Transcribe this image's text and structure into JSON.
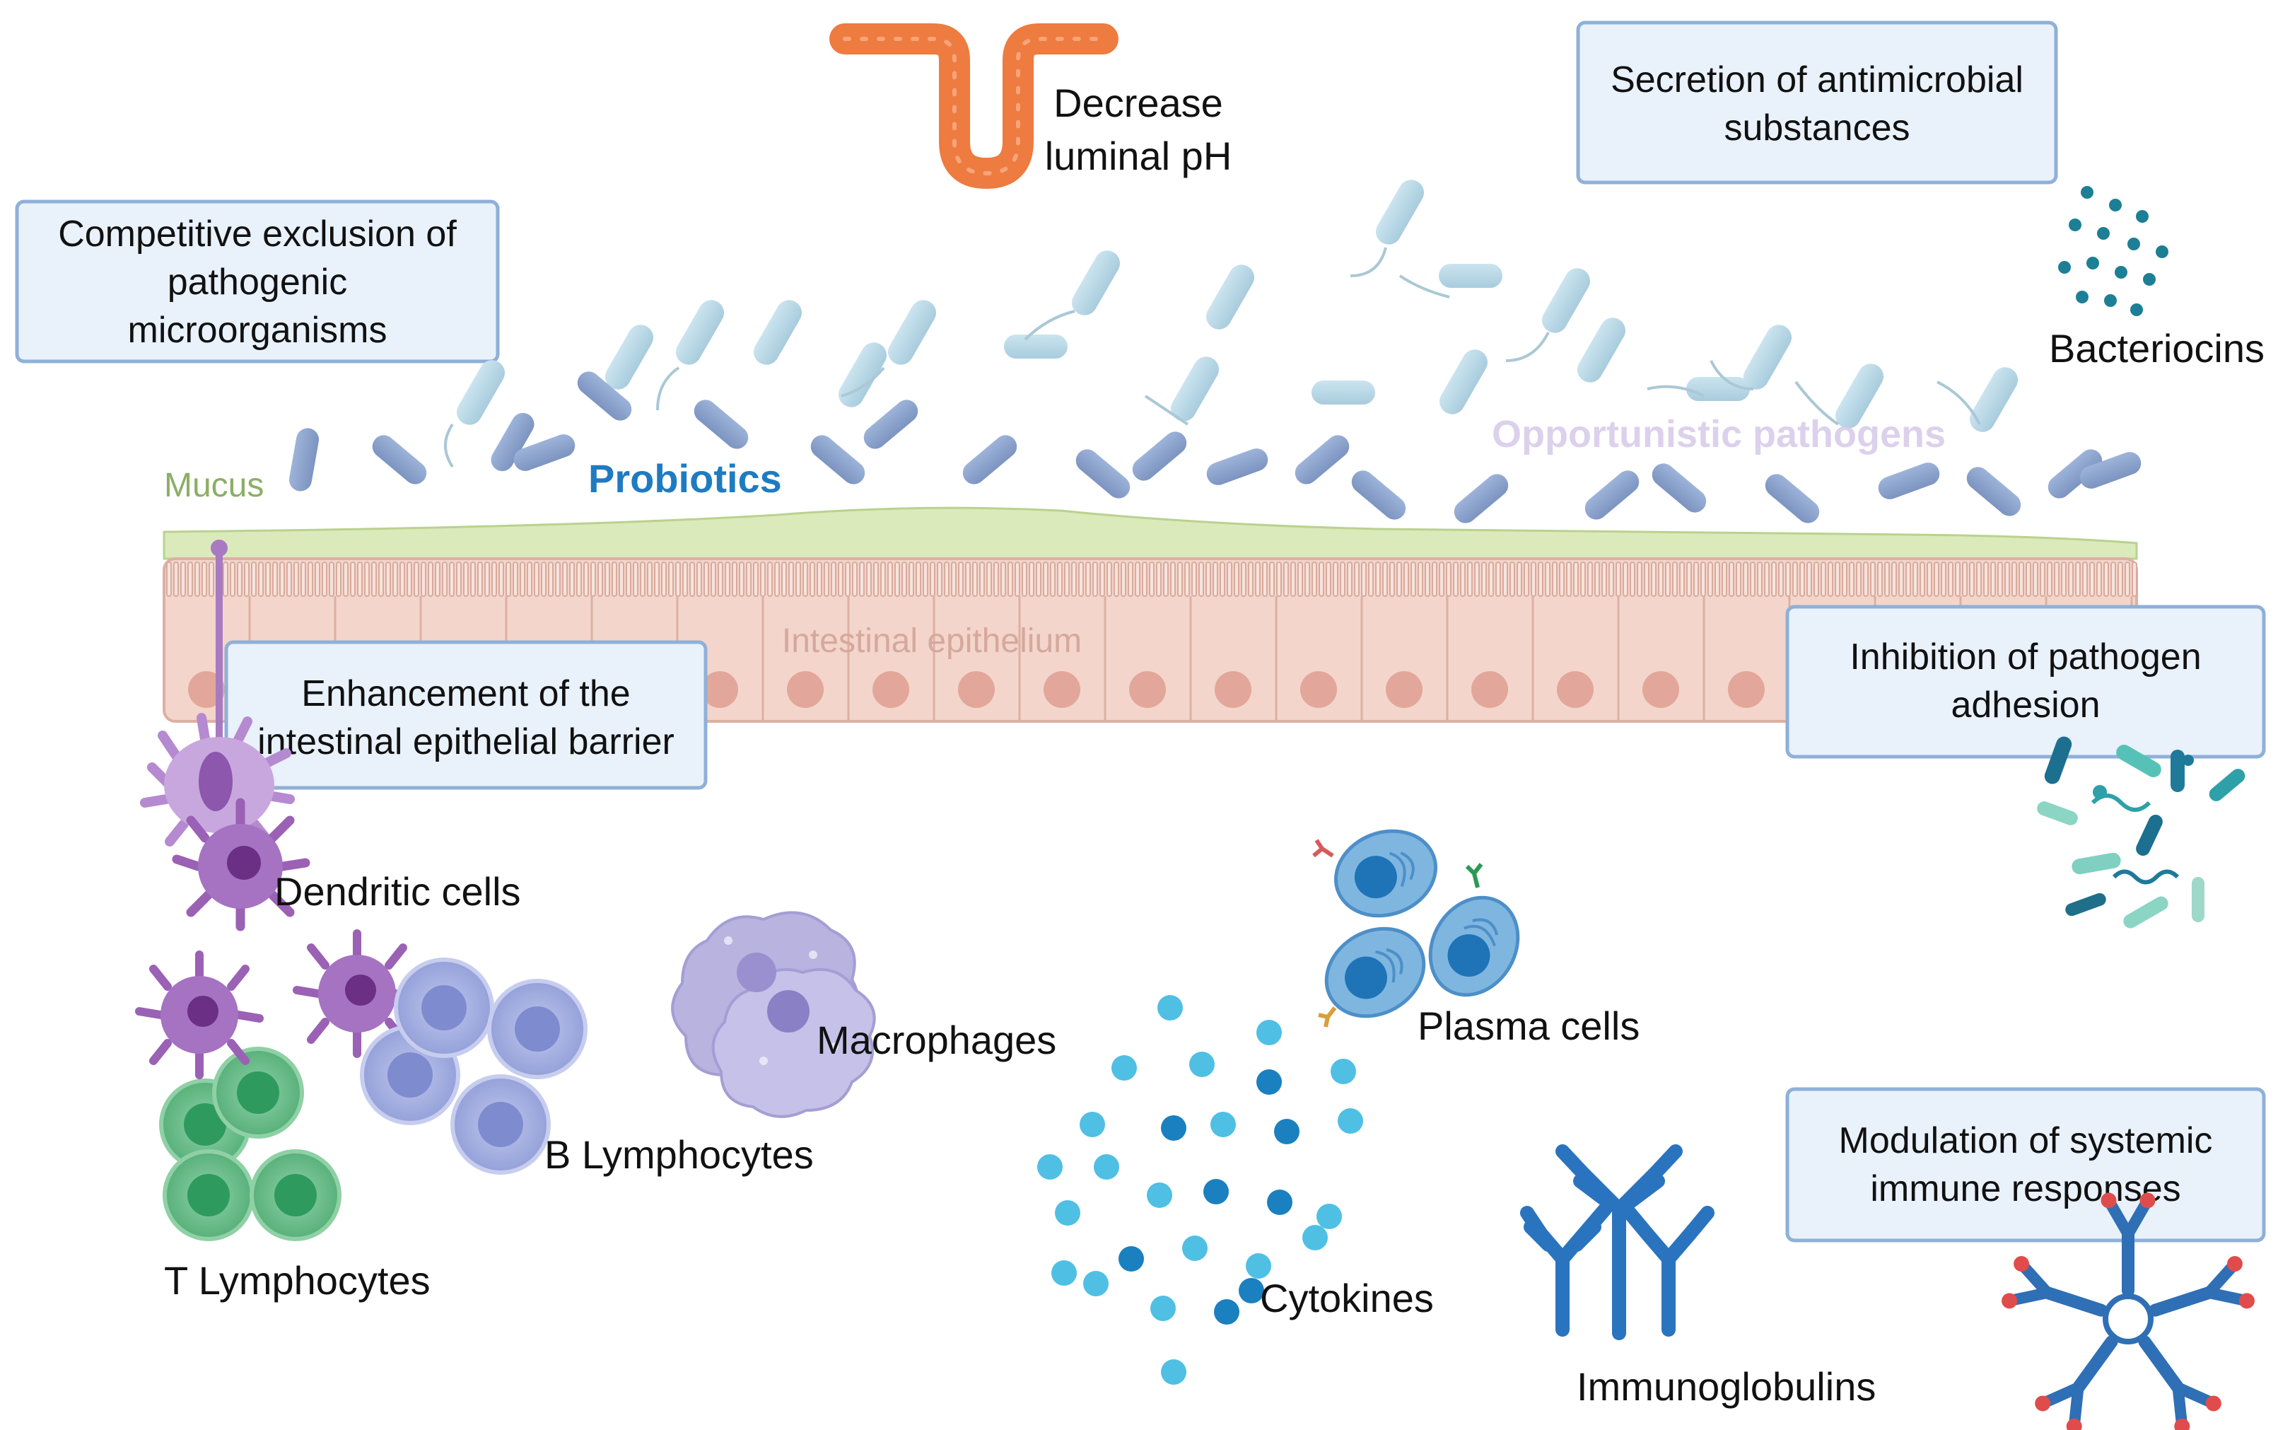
{
  "boxes": {
    "competitive_exclusion": [
      "Competitive exclusion of",
      "pathogenic",
      "microorganisms"
    ],
    "antimicrobial": [
      "Secretion of antimicrobial",
      "substances"
    ],
    "epithelial_barrier": [
      "Enhancement of the",
      "intestinal epithelial barrier"
    ],
    "pathogen_adhesion": [
      "Inhibition of pathogen",
      "adhesion"
    ],
    "systemic_immune": [
      "Modulation of systemic",
      "immune responses"
    ]
  },
  "labels": {
    "decrease_ph": [
      "Decrease",
      "luminal pH"
    ],
    "bacteriocins": "Bacteriocins",
    "mucus": "Mucus",
    "probiotics": "Probiotics",
    "opportunistic": "Opportunistic pathogens",
    "epithelium": "Intestinal epithelium",
    "dendritic": "Dendritic cells",
    "macrophages": "Macrophages",
    "plasma": "Plasma cells",
    "b_lymph": "B Lymphocytes",
    "t_lymph": "T Lymphocytes",
    "cytokines": "Cytokines",
    "immunoglobulins": "Immunoglobulins"
  },
  "colors": {
    "box_fill": "#e9f1fb",
    "box_stroke": "#8fb0d8",
    "probiotic_rod": "#8aa3cc",
    "pathogen_rod": "#b5d5e3",
    "mucus": "#dbeabb",
    "epithelium": "#f3d5cb",
    "nucleus": "#e2a79a",
    "ph_orange": "#ee7b3f",
    "probiotics_text": "#1f7bc1",
    "mucus_text": "#8cae66",
    "opportunistic_text": "#d9cdea",
    "cytokine_light": "#4fbfe4",
    "cytokine_dark": "#1a80c0",
    "t_cell": "#6bbf8a",
    "b_cell": "#a6b1e2",
    "dendritic": "#a77ac1",
    "macrophage": "#b9b3e0",
    "plasma": "#6aa6d6",
    "antibody": "#2f6fb5"
  }
}
